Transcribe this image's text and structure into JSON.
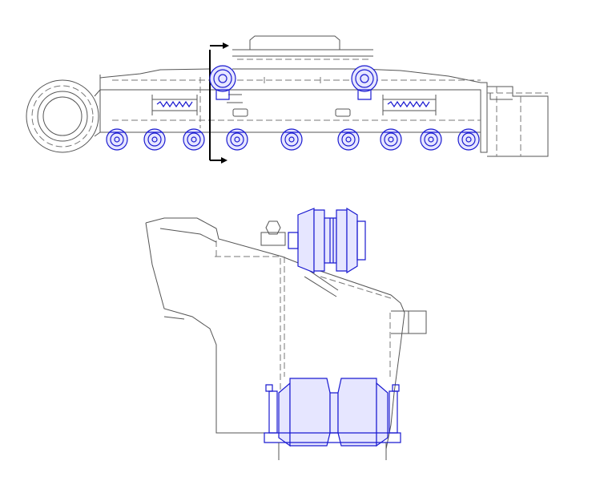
{
  "colors": {
    "line": "#555555",
    "blue": "#1a1ad0",
    "blue_light": "#e6e6ff",
    "section_arrow": "#000000"
  },
  "side_view": {
    "carrier_rollers": 2,
    "track_rollers": 9,
    "adjuster_springs": 2
  },
  "section_view": {
    "carrier_rollers": 1,
    "track_rollers": 1
  }
}
